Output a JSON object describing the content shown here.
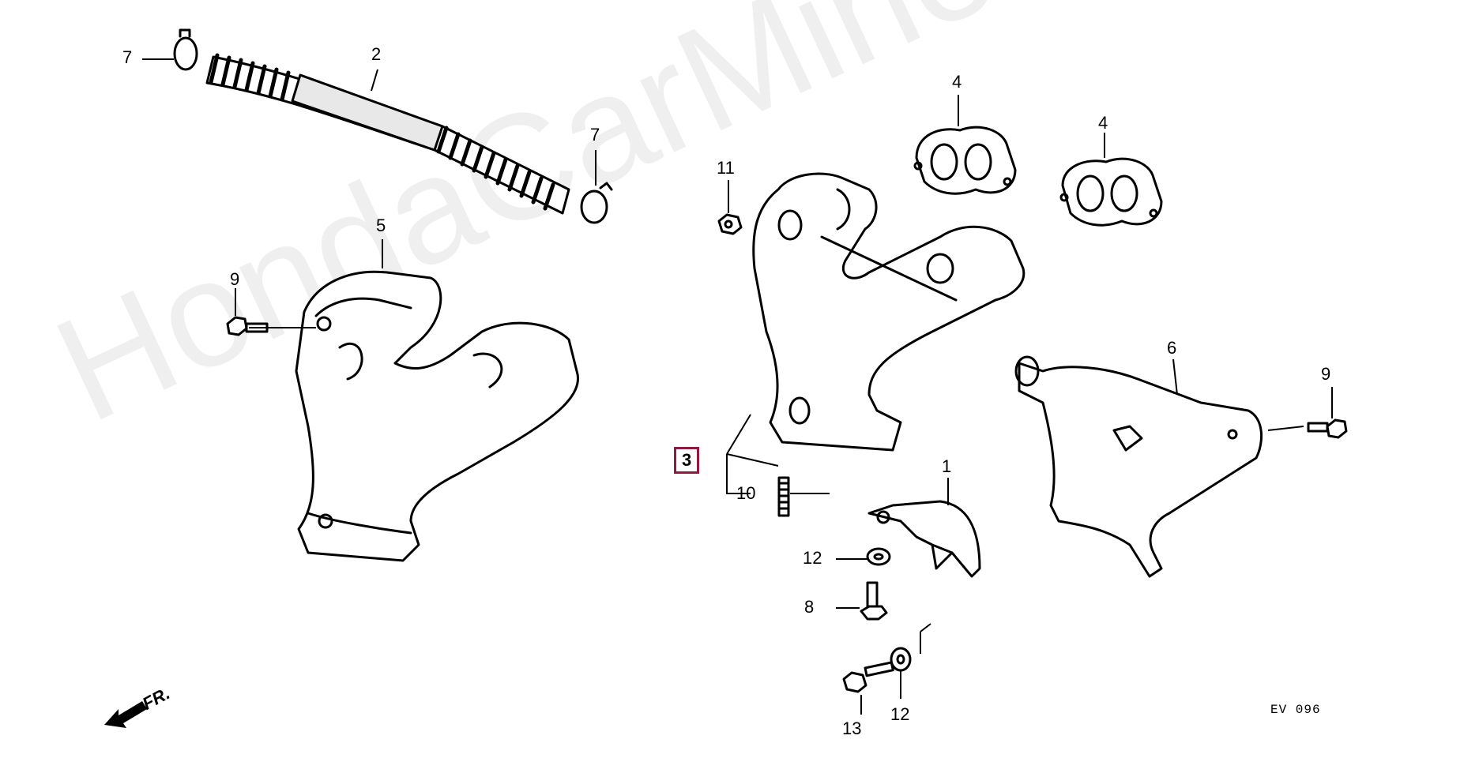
{
  "watermark": "HondaCarMine.ru",
  "diagram_code": "EV 096",
  "front_marker": "FR.",
  "callouts": {
    "c1": "1",
    "c2": "2",
    "c3": "3",
    "c4a": "4",
    "c4b": "4",
    "c5": "5",
    "c6": "6",
    "c7a": "7",
    "c7b": "7",
    "c8": "8",
    "c9a": "9",
    "c9b": "9",
    "c10": "10",
    "c11": "11",
    "c12a": "12",
    "c12b": "12",
    "c13": "13"
  },
  "colors": {
    "line": "#000000",
    "highlight": "#8e1b3d"
  }
}
